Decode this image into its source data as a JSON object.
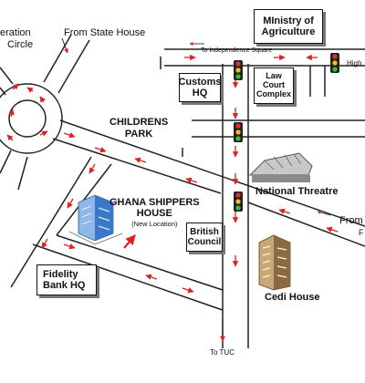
{
  "labels": {
    "liberation_circle_line1": "eration",
    "liberation_circle_line2": "Circle",
    "from_state_house": "From State House",
    "ministry_line1": "MInistry of",
    "ministry_line2": "Agriculture",
    "to_independence_square": "To Independence Square",
    "high_partial": "High",
    "customs_line1": "Customs",
    "customs_line2": "HQ",
    "law_court_line1": "Law",
    "law_court_line2": "Court",
    "law_court_line3": "Complex",
    "childrens_park_line1": "CHILDRENS",
    "childrens_park_line2": "PARK",
    "national_theatre": "National Threatre",
    "ghana_shippers_line1": "GHANA SHIPPERS",
    "ghana_shippers_line2": "HOUSE",
    "ghana_shippers_line3": "(New Location)",
    "british_council_line1": "British",
    "british_council_line2": "Council",
    "from_right_partial": "From",
    "f_partial": "F",
    "fidelity_line1": "Fidelity",
    "fidelity_line2": "Bank HQ",
    "cedi_house": "Cedi House",
    "to_tuc": "To TUC"
  },
  "colors": {
    "road_edge": "#222222",
    "arrow": "#e02020",
    "pointer_arrow": "#e02020",
    "box_shadow": "#777777",
    "building_blue": "#3a78c8",
    "building_brown": "#8a6a40"
  },
  "icons": {
    "traffic_light": "traffic-light-icon",
    "shippers_building": "office-building-icon",
    "cedi_building": "tower-building-icon",
    "theatre_building": "theatre-building-icon"
  }
}
